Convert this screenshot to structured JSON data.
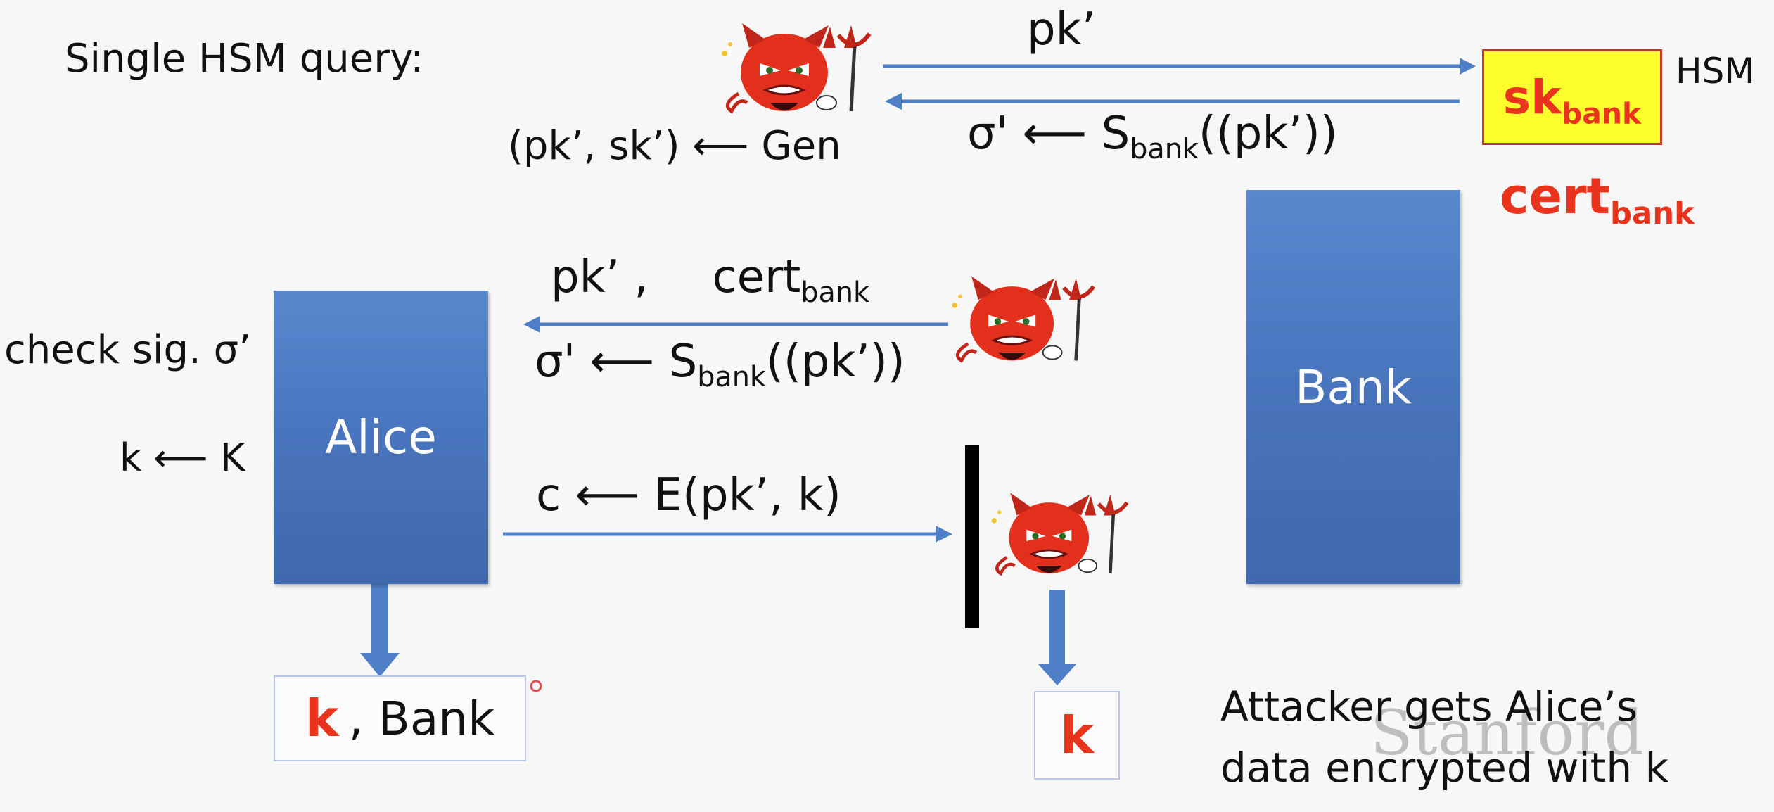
{
  "title": "Single HSM query:",
  "hsm_label": "HSM",
  "hsm_key": {
    "main": "sk",
    "sub": "bank"
  },
  "cert": {
    "main": "cert",
    "sub": "bank"
  },
  "top_exchange": {
    "arrow_label": "pk’",
    "sig_prefix": "σ' ⟵ S",
    "sig_sub": "bank",
    "sig_suffix": "((pk’))",
    "gen_label": "(pk’, sk’) ⟵ Gen"
  },
  "alice_label": "Alice",
  "bank_label": "Bank",
  "left_notes": {
    "check_sig": "check sig. σ’",
    "k_gen": "k ⟵ K"
  },
  "middle_message": {
    "line1_pk": "pk’ ,",
    "line1_cert": "cert",
    "line1_cert_sub": "bank",
    "line2_prefix": "σ' ⟵ S",
    "line2_sub": "bank",
    "line2_suffix": "((pk’))"
  },
  "ciphertext": "c ⟵ E(pk’, k)",
  "alice_output": {
    "k": "k",
    "rest": ", Bank"
  },
  "attacker_output": "k",
  "conclusion": [
    "Attacker gets Alice’s",
    "data encrypted with k"
  ],
  "watermark": "Stanford",
  "colors": {
    "box_blue": "#4a76bf",
    "arrow_blue": "#4f7fc7",
    "key_red": "#e8341c",
    "hsm_yellow": "#ffff2e"
  },
  "icons": [
    "devil-icon",
    "devil-icon",
    "devil-icon"
  ]
}
